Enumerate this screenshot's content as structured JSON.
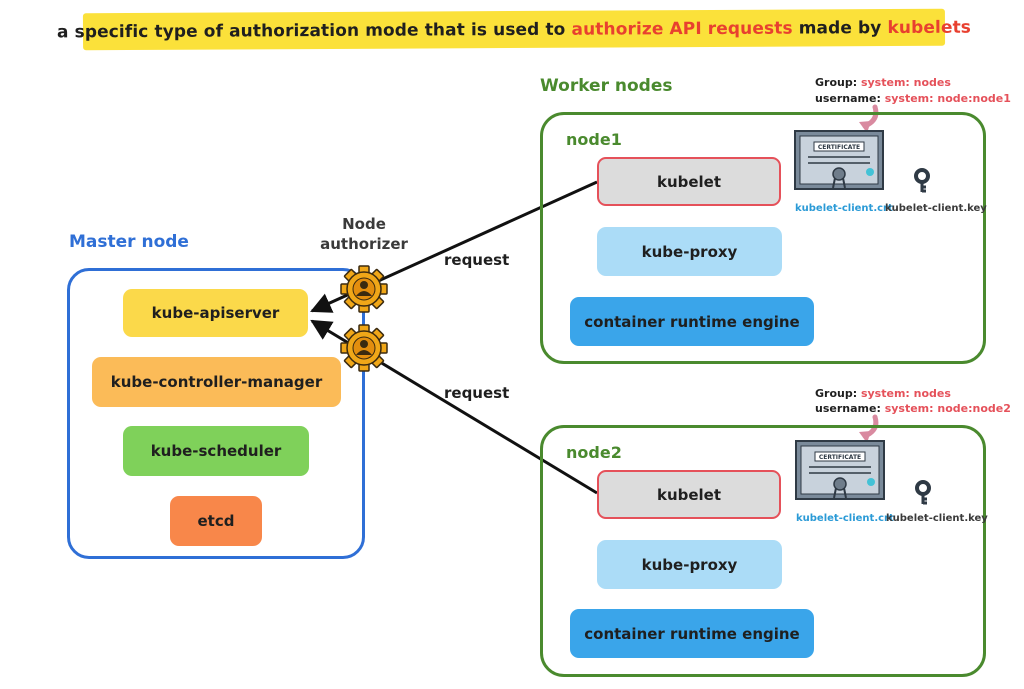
{
  "title": {
    "prefix": "a specific type of authorization mode that is used to",
    "highlight1": "authorize API requests",
    "middle": "made by",
    "highlight2": "kubelets"
  },
  "master": {
    "label": "Master node",
    "components": [
      "kube-apiserver",
      "kube-controller-manager",
      "kube-scheduler",
      "etcd"
    ]
  },
  "authorizer": {
    "line1": "Node",
    "line2": "authorizer"
  },
  "requests": [
    "request",
    "request"
  ],
  "workers": {
    "label": "Worker nodes",
    "nodes": [
      {
        "name": "node1",
        "group_label": "Group:",
        "group_value": "system: nodes",
        "user_label": "username:",
        "user_value": "system: node:node1",
        "kubelet": "kubelet",
        "kube_proxy": "kube-proxy",
        "runtime": "container runtime engine",
        "cert_text": "CERTIFICATE",
        "crt_file": "kubelet-client.crt",
        "key_file": "kubelet-client.key"
      },
      {
        "name": "node2",
        "group_label": "Group:",
        "group_value": "system: nodes",
        "user_label": "username:",
        "user_value": "system: node:node2",
        "kubelet": "kubelet",
        "kube_proxy": "kube-proxy",
        "runtime": "container runtime engine",
        "cert_text": "CERTIFICATE",
        "crt_file": "kubelet-client.crt",
        "key_file": "kubelet-client.key"
      }
    ]
  },
  "icons": {
    "gear": "gear-user-icon",
    "certificate": "certificate-icon",
    "key": "key-icon",
    "arrow": "curved-arrow-icon"
  },
  "colors": {
    "banner": "#fbe13a",
    "highlight": "#e8402f",
    "master_border": "#2f6fd6",
    "worker_border": "#4a8a2e",
    "gear": "#f0a718"
  }
}
